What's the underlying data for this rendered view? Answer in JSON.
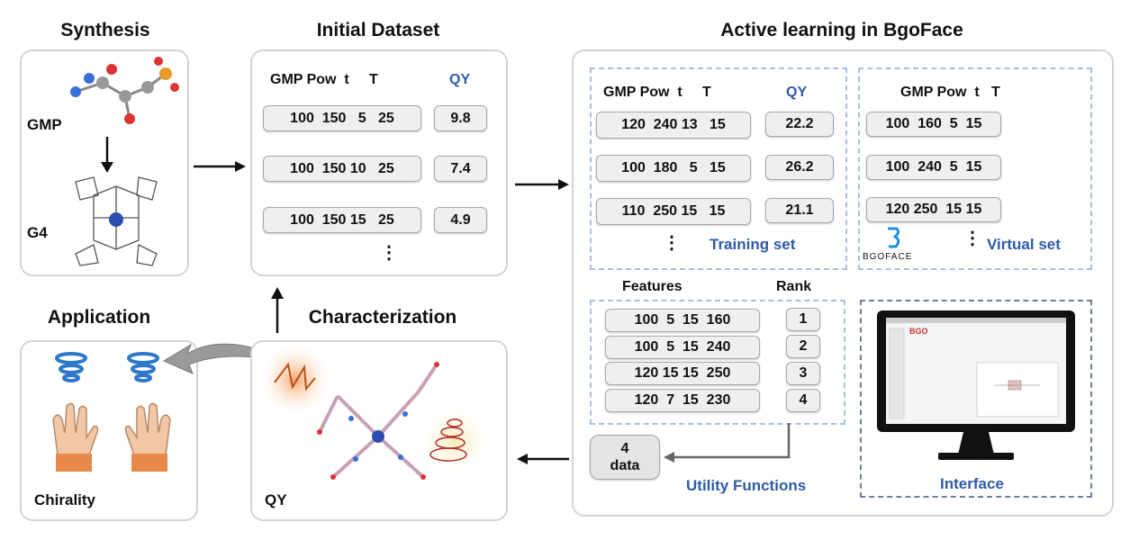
{
  "titles": {
    "synthesis": "Synthesis",
    "initial": "Initial Dataset",
    "active": "Active learning in BgoFace",
    "application": "Application",
    "characterization": "Characterization"
  },
  "synthesis": {
    "gmp": "GMP",
    "g4": "G4"
  },
  "initial": {
    "headers": "GMP Pow  t     T",
    "qy_header": "QY",
    "rows": [
      "100  150   5   25",
      "100  150 10   25",
      "100  150 15   25"
    ],
    "qy": [
      "9.8",
      "7.4",
      "4.9"
    ],
    "more": "⋮"
  },
  "training": {
    "headers": "GMP Pow  t     T",
    "qy_header": "QY",
    "rows": [
      "120  240 13   15",
      "100  180   5   15",
      "110  250 15   15"
    ],
    "qy": [
      "22.2",
      "26.2",
      "21.1"
    ],
    "more": "⋮",
    "label": "Training set"
  },
  "virtual": {
    "headers": "GMP Pow  t   T",
    "rows": [
      "100  160  5  15",
      "100  240  5  15",
      "120 250  15 15"
    ],
    "more": "⋮",
    "label": "Virtual set",
    "logo": "BGOFACE"
  },
  "utility": {
    "features_header": "Features",
    "rank_header": "Rank",
    "rows": [
      "100  5  15  160",
      "100  5  15  240",
      "120 15 15  250",
      "120  7  15  230"
    ],
    "ranks": [
      "1",
      "2",
      "3",
      "4"
    ],
    "result": "4\ndata",
    "label": "Utility Functions"
  },
  "interface": {
    "label": "Interface"
  },
  "application": {
    "label": "Chirality"
  },
  "characterization": {
    "label": "QY"
  },
  "colors": {
    "accent": "#2f5aa8",
    "dash": "#a9bfe0",
    "interface_dash": "#6f7f99"
  }
}
